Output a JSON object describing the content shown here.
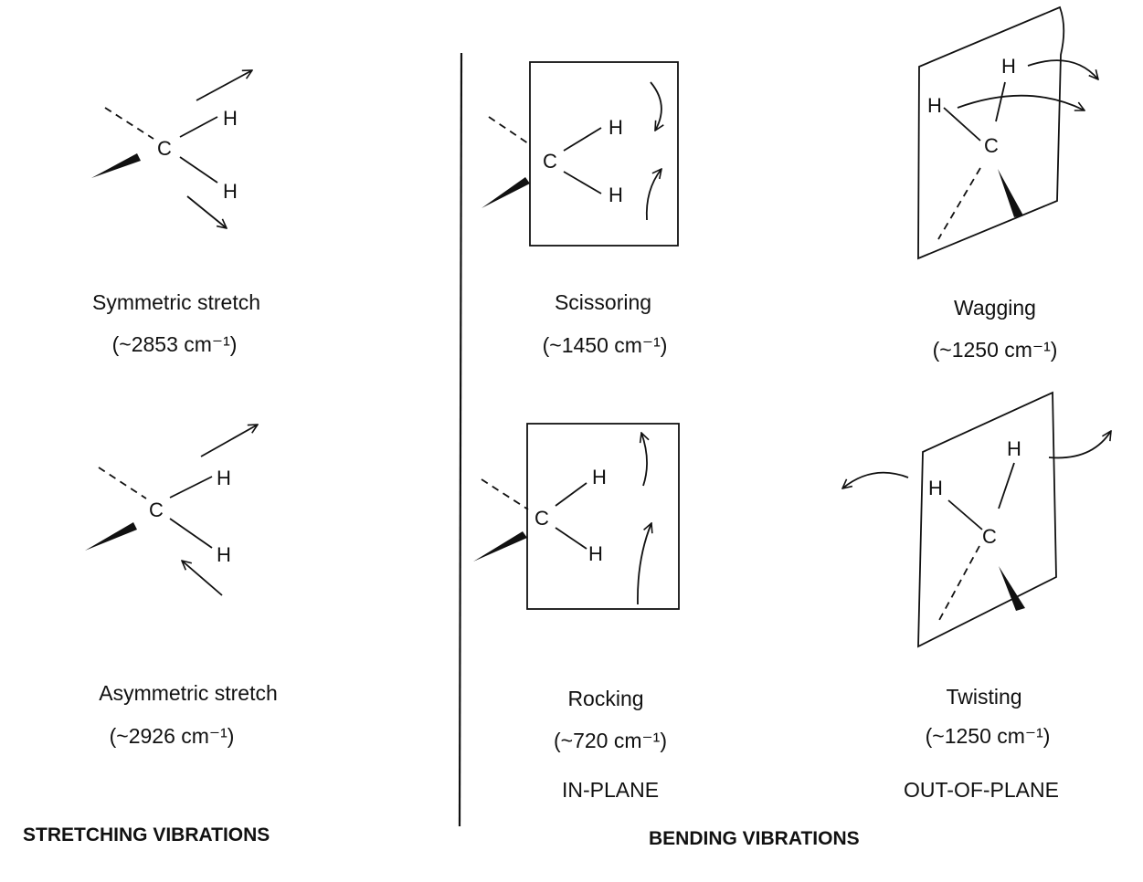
{
  "atoms": {
    "carbon": "C",
    "hydrogen": "H"
  },
  "modes": {
    "symmetric": {
      "name": "Symmetric stretch",
      "freq": "(~2853 cm⁻¹)"
    },
    "asymmetric": {
      "name": "Asymmetric stretch",
      "freq": "(~2926 cm⁻¹)"
    },
    "scissoring": {
      "name": "Scissoring",
      "freq": "(~1450 cm⁻¹)"
    },
    "rocking": {
      "name": "Rocking",
      "freq": "(~720 cm⁻¹)"
    },
    "wagging": {
      "name": "Wagging",
      "freq": "(~1250 cm⁻¹)"
    },
    "twisting": {
      "name": "Twisting",
      "freq": "(~1250 cm⁻¹)"
    }
  },
  "planes": {
    "in_plane": "IN-PLANE",
    "out_of_plane": "OUT-OF-PLANE"
  },
  "headings": {
    "stretching": "STRETCHING VIBRATIONS",
    "bending": "BENDING VIBRATIONS"
  }
}
